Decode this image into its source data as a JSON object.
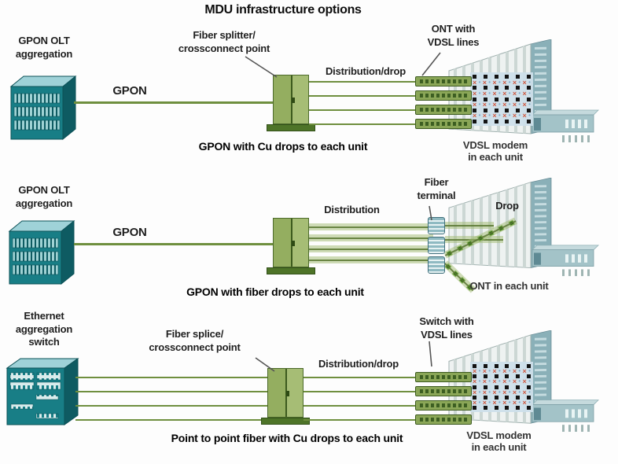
{
  "title": "MDU infrastructure options",
  "rows": [
    {
      "source": "GPON OLT\naggregation",
      "link": "GPON",
      "node": "Fiber splitter/\ncrossconnect point",
      "distribution": "Distribution/drop",
      "endpoint": "ONT with\nVDSL lines",
      "building": "VDSL modem\nin each unit",
      "caption": "GPON with Cu drops to each unit"
    },
    {
      "source": "GPON OLT\naggregation",
      "link": "GPON",
      "distribution": "Distribution",
      "terminal": "Fiber\nterminal",
      "drop": "Drop",
      "building": "ONT in each unit",
      "caption": "GPON with fiber drops to each unit"
    },
    {
      "source": "Ethernet\naggregation\nswitch",
      "node": "Fiber splice/\ncrossconnect point",
      "distribution": "Distribution/drop",
      "endpoint": "Switch with\nVDSL lines",
      "building": "VDSL modem\nin each unit",
      "caption": "Point to point fiber with Cu drops to each unit"
    }
  ],
  "colors": {
    "fiber_green": "#6f8f3f",
    "cabinet_green": "#9cb86b",
    "device_teal": "#187e86",
    "building_side": "#8ab0b8",
    "modem_red": "#cf5a42",
    "modem_blue": "#7fa9c9"
  },
  "patterns": {
    "modem_grid": {
      "square_rows": 5,
      "squares_per_row": 6,
      "mark_rows": 4,
      "marks_per_row": 12
    },
    "drop_chains": {
      "upper": 7,
      "lower": 4
    }
  }
}
